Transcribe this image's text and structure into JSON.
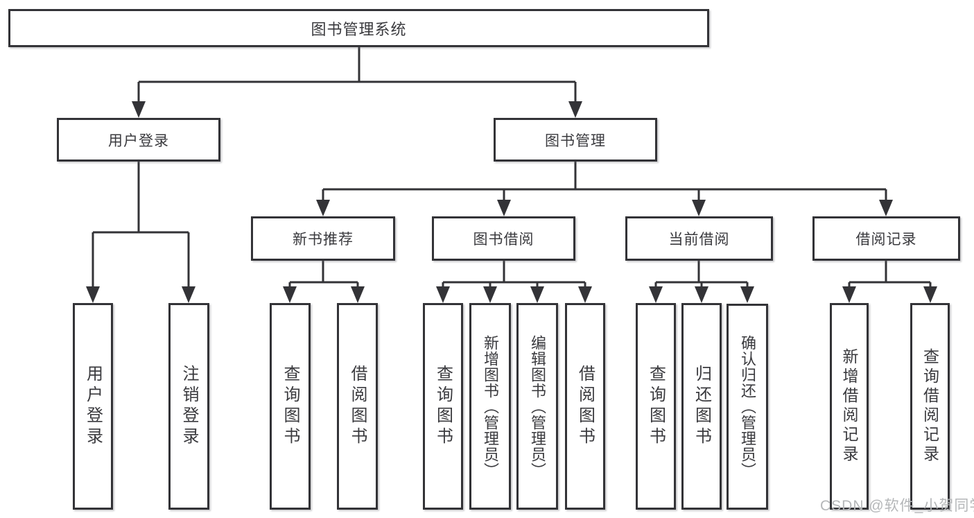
{
  "tree": {
    "label": "图书管理系统",
    "children": [
      {
        "label": "用户登录",
        "children": [
          {
            "label": "用户登录"
          },
          {
            "label": "注销登录"
          }
        ]
      },
      {
        "label": "图书管理",
        "children": [
          {
            "label": "新书推荐",
            "children": [
              {
                "label": "查询图书"
              },
              {
                "label": "借阅图书"
              }
            ]
          },
          {
            "label": "图书借阅",
            "children": [
              {
                "label": "查询图书"
              },
              {
                "label": "新增图书（管理员）"
              },
              {
                "label": "编辑图书（管理员）"
              },
              {
                "label": "借阅图书"
              }
            ]
          },
          {
            "label": "当前借阅",
            "children": [
              {
                "label": "查询图书"
              },
              {
                "label": "归还图书"
              },
              {
                "label": "确认归还（管理员）"
              }
            ]
          },
          {
            "label": "借阅记录",
            "children": [
              {
                "label": "新增借阅记录"
              },
              {
                "label": "查询借阅记录"
              }
            ]
          }
        ]
      }
    ]
  },
  "watermark": {
    "text": "CSDN @软件_小贺同学"
  },
  "colors": {
    "line": "#333337",
    "box_border": "#333337",
    "text": "#3a3a3e",
    "watermark": "#b5b7b9",
    "background": "#ffffff"
  }
}
